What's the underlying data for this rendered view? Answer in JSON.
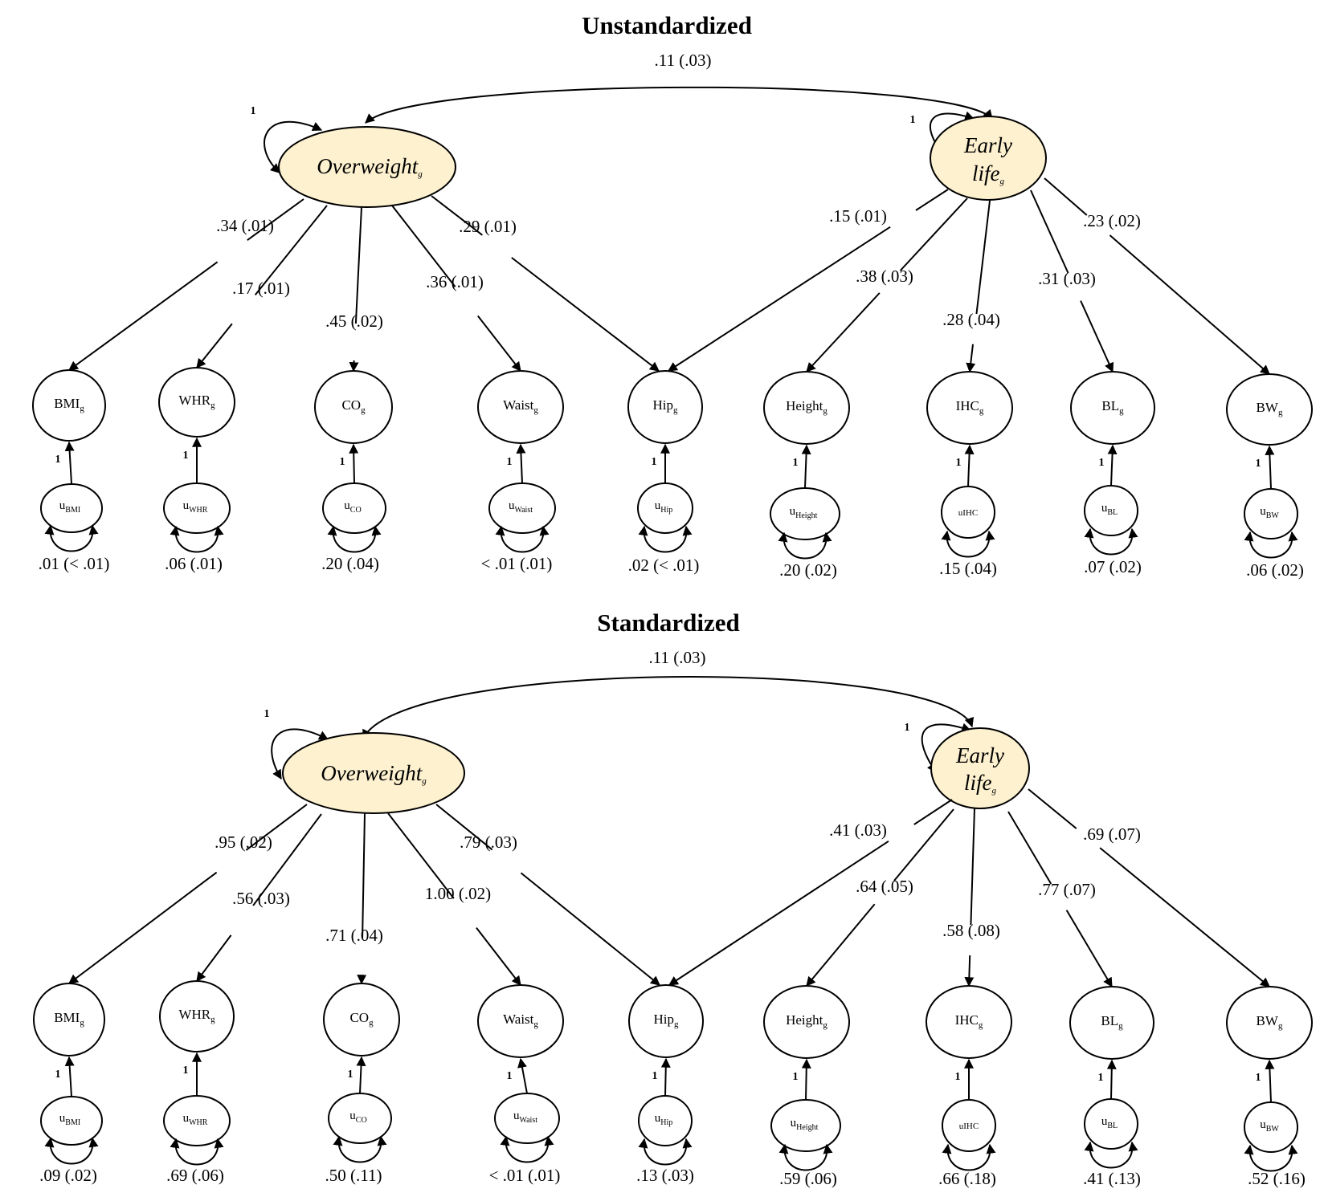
{
  "panels": [
    {
      "title": "Unstandardized",
      "covariance": ".11 (.03)",
      "latents": {
        "overweight": {
          "label": "Overweight",
          "sub": "g",
          "variance": "1"
        },
        "early": {
          "line1": "Early",
          "line2": "life",
          "sub": "g",
          "variance": "1"
        }
      },
      "indicators": [
        {
          "name": "BMI",
          "loading_ow": ".34 (.01)",
          "error": "BMI",
          "fixed": "1",
          "residual": ".01 (< .01)"
        },
        {
          "name": "WHR",
          "loading_ow": ".17 (.01)",
          "error": "WHR",
          "fixed": "1",
          "residual": ".06 (.01)"
        },
        {
          "name": "CO",
          "loading_ow": ".45 (.02)",
          "error": "CO",
          "fixed": "1",
          "residual": ".20 (.04)"
        },
        {
          "name": "Waist",
          "loading_ow": ".36 (.01)",
          "error": "Waist",
          "fixed": "1",
          "residual": "< .01 (.01)"
        },
        {
          "name": "Hip",
          "loading_ow": ".29 (.01)",
          "loading_el": ".15 (.01)",
          "error": "Hip",
          "fixed": "1",
          "residual": ".02  (< .01)"
        },
        {
          "name": "Height",
          "loading_el": ".38 (.03)",
          "error": "Height",
          "fixed": "1",
          "residual": ".20 (.02)"
        },
        {
          "name": "IHC",
          "loading_el": ".28 (.04)",
          "error": "uIHC",
          "fixed": "1",
          "residual": ".15 (.04)"
        },
        {
          "name": "BL",
          "loading_el": ".31 (.03)",
          "error": "BL",
          "fixed": "1",
          "residual": ".07 (.02)"
        },
        {
          "name": "BW",
          "loading_el": ".23 (.02)",
          "error": "BW",
          "fixed": "1",
          "residual": ".06 (.02)"
        }
      ]
    },
    {
      "title": "Standardized",
      "covariance": ".11 (.03)",
      "latents": {
        "overweight": {
          "label": "Overweight",
          "sub": "g",
          "variance": "1"
        },
        "early": {
          "line1": "Early",
          "line2": "life",
          "sub": "g",
          "variance": "1"
        }
      },
      "indicators": [
        {
          "name": "BMI",
          "loading_ow": ".95 (.02)",
          "error": "BMI",
          "fixed": "1",
          "residual": ".09 (.02)"
        },
        {
          "name": "WHR",
          "loading_ow": ".56 (.03)",
          "error": "WHR",
          "fixed": "1",
          "residual": ".69 (.06)"
        },
        {
          "name": "CO",
          "loading_ow": ".71 (.04)",
          "error": "CO",
          "fixed": "1",
          "residual": ".50 (.11)"
        },
        {
          "name": "Waist",
          "loading_ow": "1.00 (.02)",
          "error": "Waist",
          "fixed": "1",
          "residual": "< .01 (.01)"
        },
        {
          "name": "Hip",
          "loading_ow": ".79 (.03)",
          "loading_el": ".41 (.03)",
          "error": "Hip",
          "fixed": "1",
          "residual": ".13 (.03)"
        },
        {
          "name": "Height",
          "loading_el": ".64 (.05)",
          "error": "Height",
          "fixed": "1",
          "residual": ".59 (.06)"
        },
        {
          "name": "IHC",
          "loading_el": ".58 (.08)",
          "error": "uIHC",
          "fixed": "1",
          "residual": ".66 (.18)"
        },
        {
          "name": "BL",
          "loading_el": ".77 (.07)",
          "error": "BL",
          "fixed": "1",
          "residual": ".41 (.13)"
        },
        {
          "name": "BW",
          "loading_el": ".69 (.07)",
          "error": "BW",
          "fixed": "1",
          "residual": ".52 (.16)"
        }
      ]
    }
  ],
  "colors": {
    "latent_fill": "#FDF1CF",
    "stroke": "#000000",
    "background": "#FFFFFF"
  }
}
